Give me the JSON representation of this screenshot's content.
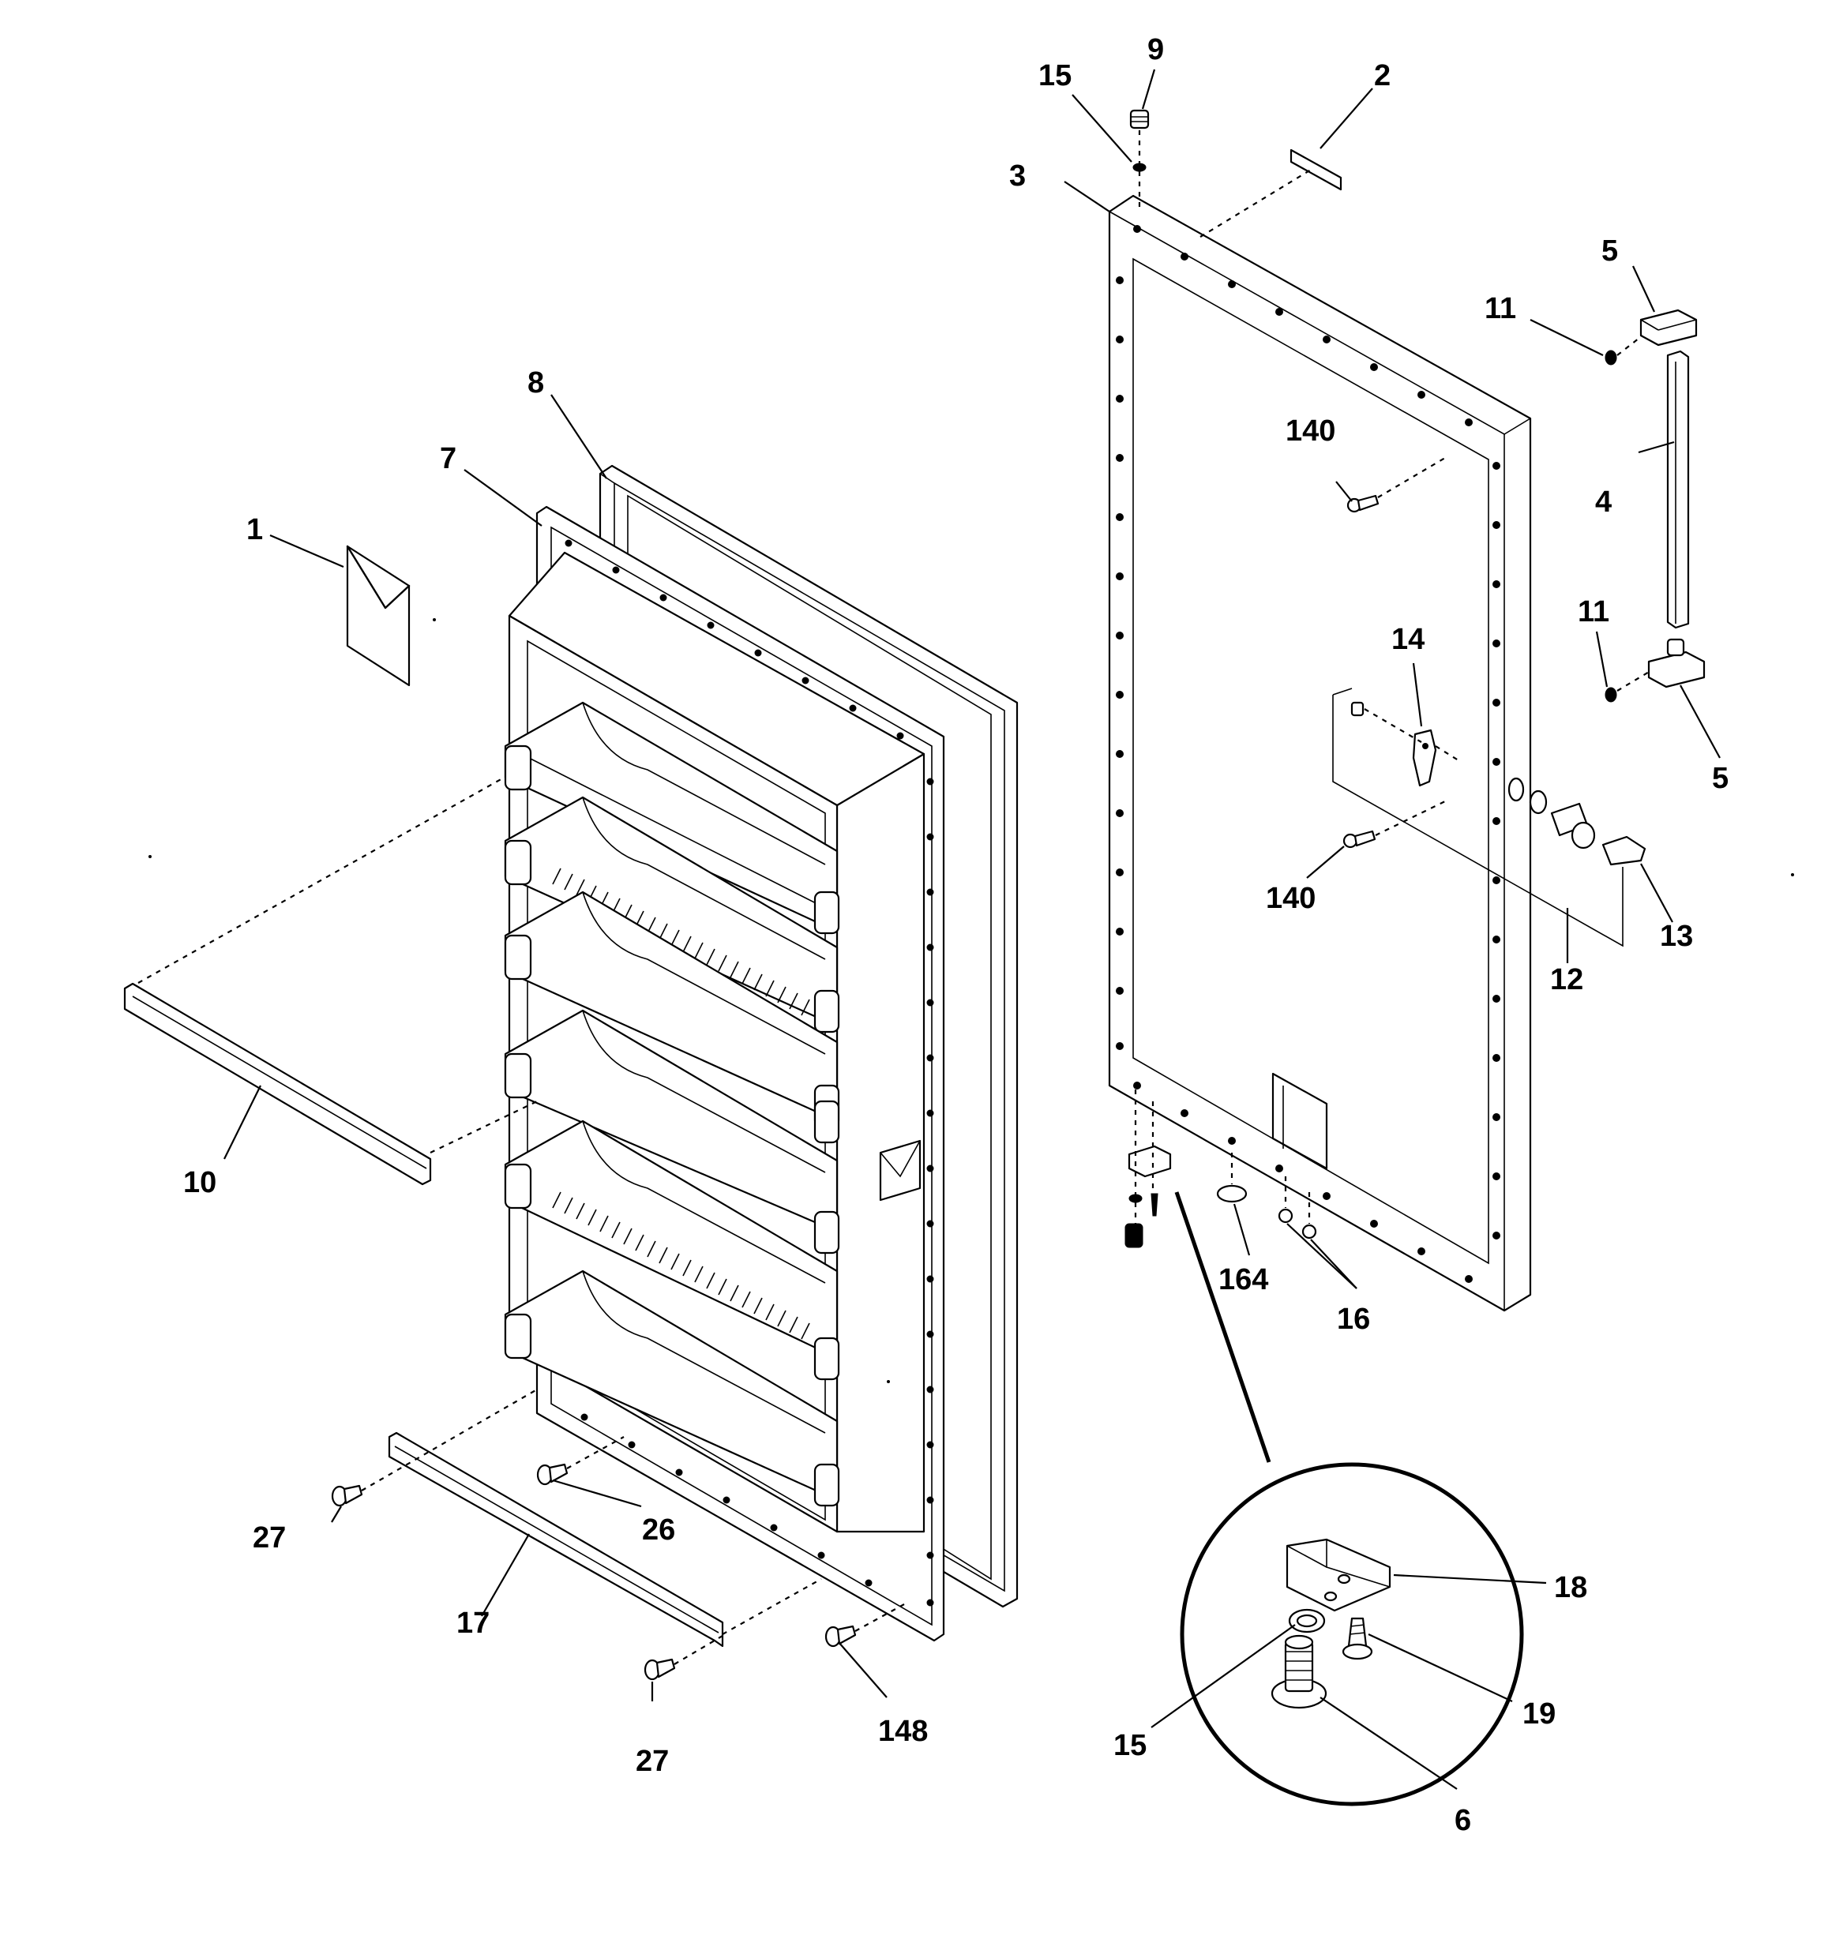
{
  "callouts": {
    "c1": "1",
    "c2": "2",
    "c3": "3",
    "c4": "4",
    "c5a": "5",
    "c5b": "5",
    "c6": "6",
    "c7": "7",
    "c8": "8",
    "c9": "9",
    "c10": "10",
    "c11a": "11",
    "c11b": "11",
    "c12": "12",
    "c13": "13",
    "c14": "14",
    "c15a": "15",
    "c15b": "15",
    "c16": "16",
    "c17": "17",
    "c18": "18",
    "c19": "19",
    "c26": "26",
    "c27a": "27",
    "c27b": "27",
    "c140a": "140",
    "c140b": "140",
    "c148": "148",
    "c164": "164"
  }
}
